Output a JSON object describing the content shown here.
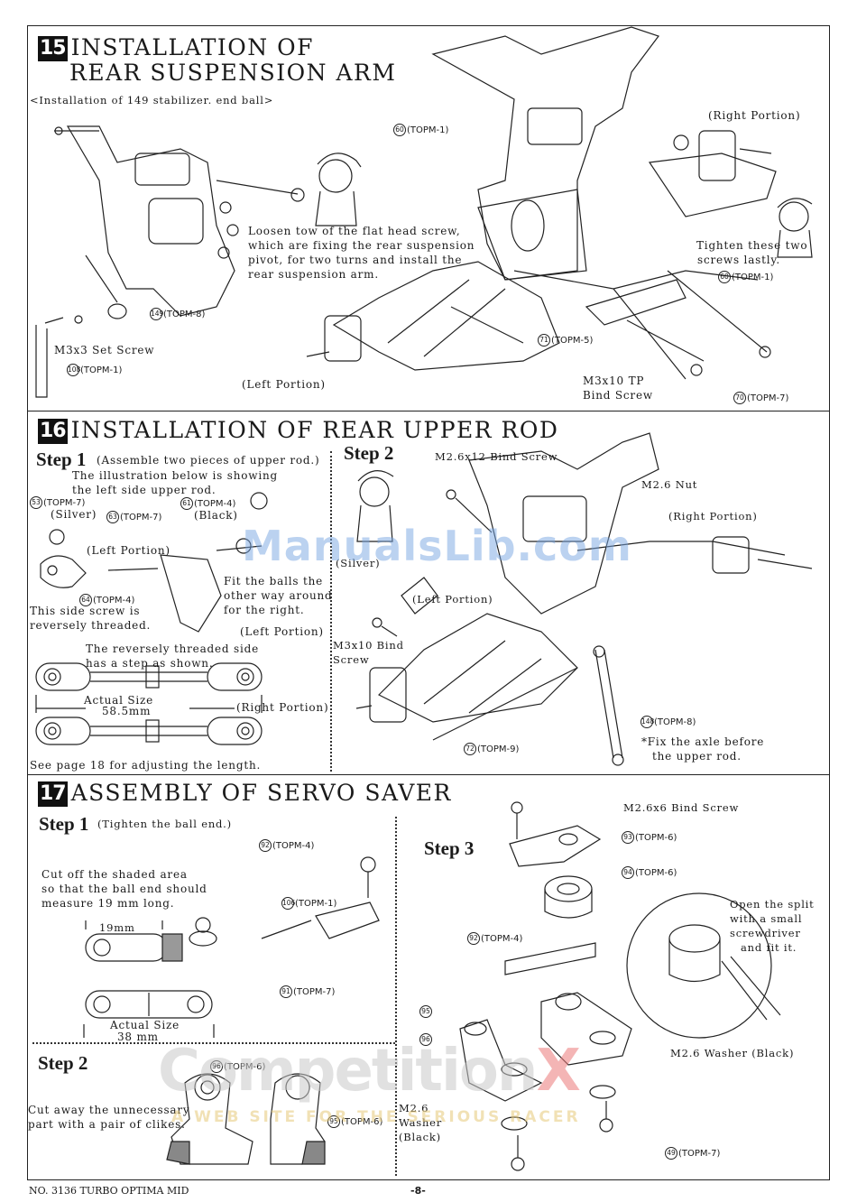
{
  "page": {
    "footer_left": "NO. 3136 TURBO OPTIMA MID",
    "page_number": "-8-"
  },
  "section15": {
    "number": "15",
    "title_line1": "INSTALLATION OF",
    "title_line2": "REAR SUSPENSION ARM",
    "subtitle": "<Installation of 149 stabilizer. end ball>",
    "instruction_loosen": [
      "Loosen tow of the flat head screw,",
      "which are fixing the rear suspension",
      "pivot, for two turns and install the",
      "rear suspension arm."
    ],
    "instruction_tighten": [
      "Tighten these two",
      "screws lastly."
    ],
    "right_portion": "(Right Portion)",
    "left_portion": "(Left Portion)",
    "set_screw": "M3x3 Set Screw",
    "tp_screw": [
      "M3x10 TP",
      "Bind Screw"
    ],
    "parts": [
      {
        "num": "60",
        "ref": "(TOPM-1)"
      },
      {
        "num": "149",
        "ref": "(TOPM-8)"
      },
      {
        "num": "108",
        "ref": "(TOPM-1)"
      },
      {
        "num": "60",
        "ref": "(TOPM-1)"
      },
      {
        "num": "71",
        "ref": "(TOPM-5)"
      },
      {
        "num": "70",
        "ref": "(TOPM-7)"
      }
    ]
  },
  "section16": {
    "number": "16",
    "title": "INSTALLATION OF REAR UPPER ROD",
    "step1": {
      "label": "Step 1",
      "caption": "(Assemble two pieces of upper rod.)",
      "desc": [
        "The illustration below is showing",
        "the left side upper rod."
      ],
      "silver": "(Silver)",
      "black": "(Black)",
      "left_portion_a": "(Left Portion)",
      "left_portion_b": "(Left Portion)",
      "fit_balls": [
        "Fit the balls the",
        "other way around",
        "for the right."
      ],
      "side_screw": [
        "This side screw is",
        "reversely threaded."
      ],
      "reverse_side": [
        "The reversely threaded side",
        "has a step as shown."
      ],
      "actual_size": "Actual Size",
      "length": "58.5mm",
      "right_portion": "(Right Portion)",
      "see_page": "See page 18 for adjusting the length.",
      "parts": [
        {
          "num": "53",
          "ref": "(TOPM-7)"
        },
        {
          "num": "61",
          "ref": "(TOPM-4)"
        },
        {
          "num": "63",
          "ref": "(TOPM-7)"
        },
        {
          "num": "64",
          "ref": "(TOPM-4)"
        }
      ]
    },
    "step2": {
      "label": "Step 2",
      "bind_screw": "M2.6x12 Bind Screw",
      "nut": "M2.6 Nut",
      "right_portion": "(Right Portion)",
      "left_portion": "(Left Portion)",
      "silver": "(Silver)",
      "m3_screw": [
        "M3x10 Bind",
        "Screw"
      ],
      "fix_axle": [
        "*Fix the axle before",
        "the upper rod."
      ],
      "parts": [
        {
          "num": "148",
          "ref": "(TOPM-8)"
        },
        {
          "num": "72",
          "ref": "(TOPM-9)"
        }
      ]
    }
  },
  "section17": {
    "number": "17",
    "title": "ASSEMBLY OF SERVO SAVER",
    "step1": {
      "label": "Step 1",
      "caption": "(Tighten the ball end.)",
      "cut_text": [
        "Cut off the shaded area",
        "so that the ball end should",
        "measure 19 mm long."
      ],
      "dim": "19mm",
      "actual_size": "Actual Size",
      "length": "38 mm",
      "parts": [
        {
          "num": "92",
          "ref": "(TOPM-4)"
        },
        {
          "num": "106",
          "ref": "(TOPM-1)"
        },
        {
          "num": "91",
          "ref": "(TOPM-7)"
        }
      ]
    },
    "step2": {
      "label": "Step 2",
      "cut_text": [
        "Cut away the unnecessary",
        "part with a pair of clikes."
      ],
      "parts": [
        {
          "num": "96",
          "ref": "(TOPM-6)"
        },
        {
          "num": "95",
          "ref": "(TOPM-6)"
        }
      ]
    },
    "step3": {
      "label": "Step 3",
      "bind_screw": "M2.6x6 Bind Screw",
      "open_split": [
        "Open the split",
        "with a small",
        "screwdriver",
        "and fit it."
      ],
      "washer_right": "M2.6 Washer (Black)",
      "washer_left": [
        "M2.6",
        "Washer",
        "(Black)"
      ],
      "parts": [
        {
          "num": "93",
          "ref": "(TOPM-6)"
        },
        {
          "num": "94",
          "ref": "(TOPM-6)"
        },
        {
          "num": "92",
          "ref": "(TOPM-4)"
        },
        {
          "num": "95",
          "ref": ""
        },
        {
          "num": "96",
          "ref": ""
        },
        {
          "num": "49",
          "ref": "(TOPM-7)"
        }
      ]
    }
  },
  "watermarks": {
    "manualslib": "ManualsLib.com",
    "compx_main": "Competition",
    "compx_x": "X",
    "compx_tag": "A WEB SITE FOR THE SERIOUS RACER"
  }
}
